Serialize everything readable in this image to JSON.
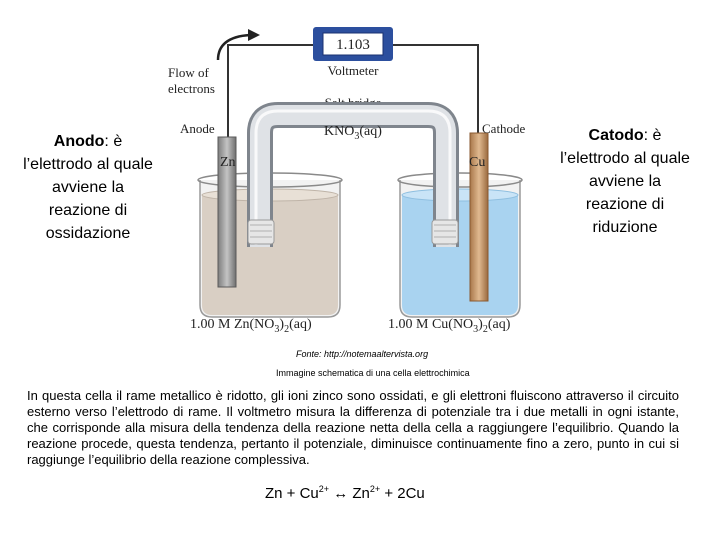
{
  "anode": {
    "term": "Anodo",
    "description": ": è l’elettrodo al quale avviene la reazione di ossidazione"
  },
  "cathode": {
    "term": "Catodo",
    "description": ": è l’elettrodo al quale avviene la reazione di riduzione"
  },
  "figure": {
    "voltmeter_reading": "1.103",
    "voltmeter_label": "Voltmeter",
    "flow_label_line1": "Flow of",
    "flow_label_line2": "electrons",
    "salt_bridge_label": "Salt bridge",
    "salt_bridge_formula": "KNO",
    "salt_bridge_sub": "3",
    "salt_bridge_state": "(aq)",
    "anode_label": "Anode",
    "cathode_label": "Cathode",
    "zn_label": "Zn",
    "cu_label": "Cu",
    "left_solution": {
      "a": "1.00 M Zn(NO",
      "sub3": "3",
      "b": ")",
      "sub2": "2",
      "c": "(aq)"
    },
    "right_solution": {
      "a": "1.00 M Cu(NO",
      "sub3": "3",
      "b": ")",
      "sub2": "2",
      "c": "(aq)"
    },
    "colors": {
      "left_solution": "#d9cfc4",
      "right_solution": "#a9d3f0",
      "zinc": "#9a9a9a",
      "copper": "#c89a68",
      "voltmeter": "#2c4f9e"
    }
  },
  "source": "Fonte: http://notemaaltervista.org",
  "caption": "Immagine schematica di una cella elettrochimica",
  "paragraph": "In questa cella il rame metallico è ridotto, gli ioni zinco sono ossidati, e gli elettroni fluiscono attraverso il circuito esterno verso l’elettrodo di rame. Il voltmetro misura la differenza di potenziale tra i due metalli in ogni istante, che corrisponde alla misura della tendenza della reazione netta della cella a raggiungere l’equilibrio. Quando la reazione procede, questa tendenza, pertanto il potenziale, diminuisce continuamente fino a zero, punto in cui si raggiunge l’equilibrio della reazione complessiva.",
  "equation": {
    "left": "Zn + Cu",
    "charge1": "2+",
    "arrow": " ↔ Zn",
    "charge2": "2+",
    "right": " + 2Cu"
  }
}
